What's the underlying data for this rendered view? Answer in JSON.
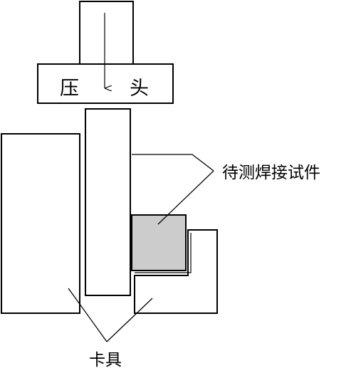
{
  "labels": {
    "press_head_left": "压",
    "press_head_right": "头",
    "specimen": "待测焊接试件",
    "fixture": "卡具"
  },
  "colors": {
    "stroke": "#000000",
    "background": "#ffffff",
    "specimen_fill": "#cccccc"
  }
}
